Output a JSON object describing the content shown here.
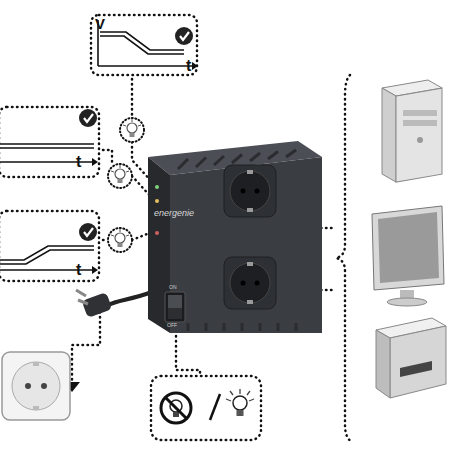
{
  "diagram": {
    "nodes": [
      {
        "text": [
          "V",
          "t"
        ]
      },
      {
        "text": [
          "t"
        ]
      },
      {
        "text": [
          "t"
        ]
      },
      {
        "text": [
          "energenie"
        ]
      },
      {
        "text": [
          "ON",
          "OFF"
        ],
        "in": 3
      }
    ]
  }
}
